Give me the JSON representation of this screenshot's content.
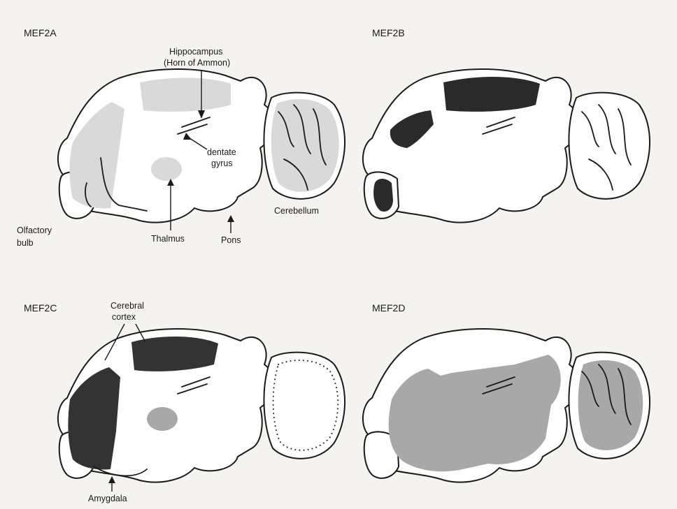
{
  "panels": [
    {
      "title": "MEF2A",
      "expression_shade": "#d9d9d9",
      "labels": {
        "hippocampus_line1": "Hippocampus",
        "hippocampus_line2": "(Horn of Ammon)",
        "dentate_line1": "dentate",
        "dentate_line2": "gyrus",
        "olfactory_line1": "Olfactory",
        "olfactory_line2": "bulb",
        "thalamus": "Thalmus",
        "pons": "Pons",
        "cerebellum": "Cerebellum"
      }
    },
    {
      "title": "MEF2B",
      "expression_shade": "#2a2a2a"
    },
    {
      "title": "MEF2C",
      "expression_shade": "#333333",
      "labels": {
        "cortex_line1": "Cerebral",
        "cortex_line2": "cortex",
        "amygdala": "Amygdala"
      }
    },
    {
      "title": "MEF2D",
      "expression_shade": "#a8a8a8"
    }
  ]
}
